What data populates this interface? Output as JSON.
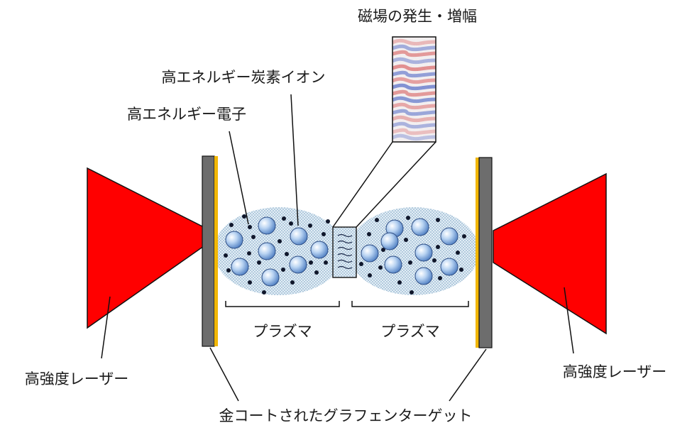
{
  "labels": {
    "magnetic_field": "磁場の発生・増幅",
    "carbon_ions": "高エネルギー炭素イオン",
    "electrons": "高エネルギー電子",
    "plasma_left": "プラズマ",
    "plasma_right": "プラズマ",
    "laser_left": "高強度レーザー",
    "laser_right": "高強度レーザー",
    "target": "金コートされたグラフェンターゲット"
  },
  "colors": {
    "laser": "#ff0000",
    "gold_coating": "#f2b705",
    "graphene": "#6d6d6d",
    "plasma_fill": "#cfe0ec",
    "ion": "#8fb8e8",
    "electron": "#10172b",
    "field_red": "#d94a4a",
    "field_blue": "#4a64c8"
  }
}
